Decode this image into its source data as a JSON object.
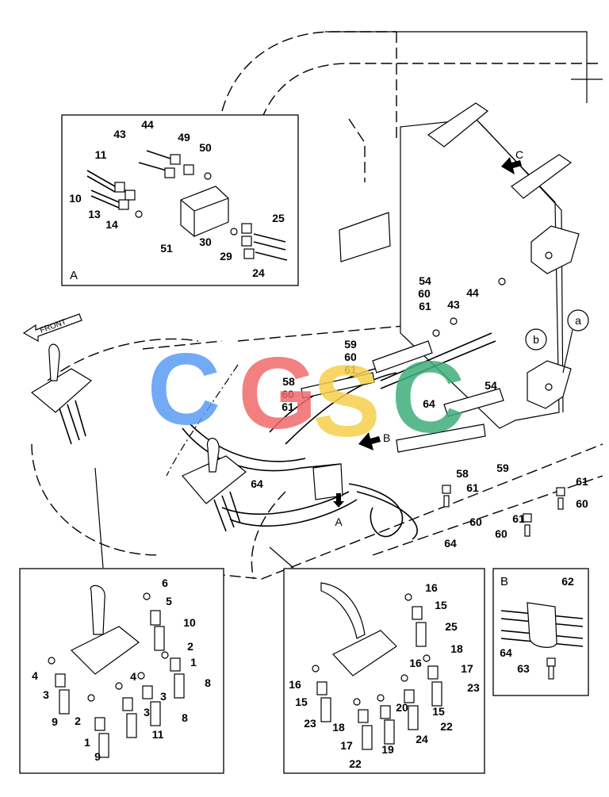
{
  "watermark": {
    "letters": [
      "C",
      "G",
      "S",
      "C"
    ],
    "colors": [
      "#5b9cf5",
      "#f06a6a",
      "#f7d04c",
      "#3fae7a"
    ]
  },
  "arrows": {
    "front": "FRONT",
    "view_a": "A",
    "view_b": "B",
    "view_c": "C"
  },
  "callouts": [
    "a",
    "b"
  ],
  "inset_a": {
    "title": "A",
    "labels": [
      "44",
      "43",
      "49",
      "50",
      "11",
      "10",
      "13",
      "14",
      "51",
      "30",
      "29",
      "25",
      "24"
    ]
  },
  "inset_b": {
    "title": "B",
    "labels": [
      "62",
      "64",
      "63"
    ]
  },
  "inset_left": {
    "labels": [
      "6",
      "5",
      "10",
      "2",
      "1",
      "4",
      "4",
      "3",
      "3",
      "8",
      "9",
      "2",
      "3",
      "8",
      "1",
      "11",
      "9"
    ]
  },
  "inset_right": {
    "labels": [
      "16",
      "15",
      "25",
      "18",
      "16",
      "17",
      "16",
      "15",
      "23",
      "20",
      "15",
      "23",
      "18",
      "22",
      "17",
      "19",
      "24",
      "22"
    ]
  },
  "main": {
    "labels": [
      "54",
      "60",
      "61",
      "43",
      "44",
      "59",
      "60",
      "61",
      "58",
      "60",
      "61",
      "54",
      "64",
      "64",
      "58",
      "59",
      "61",
      "60",
      "61",
      "60",
      "61",
      "60",
      "64"
    ]
  }
}
